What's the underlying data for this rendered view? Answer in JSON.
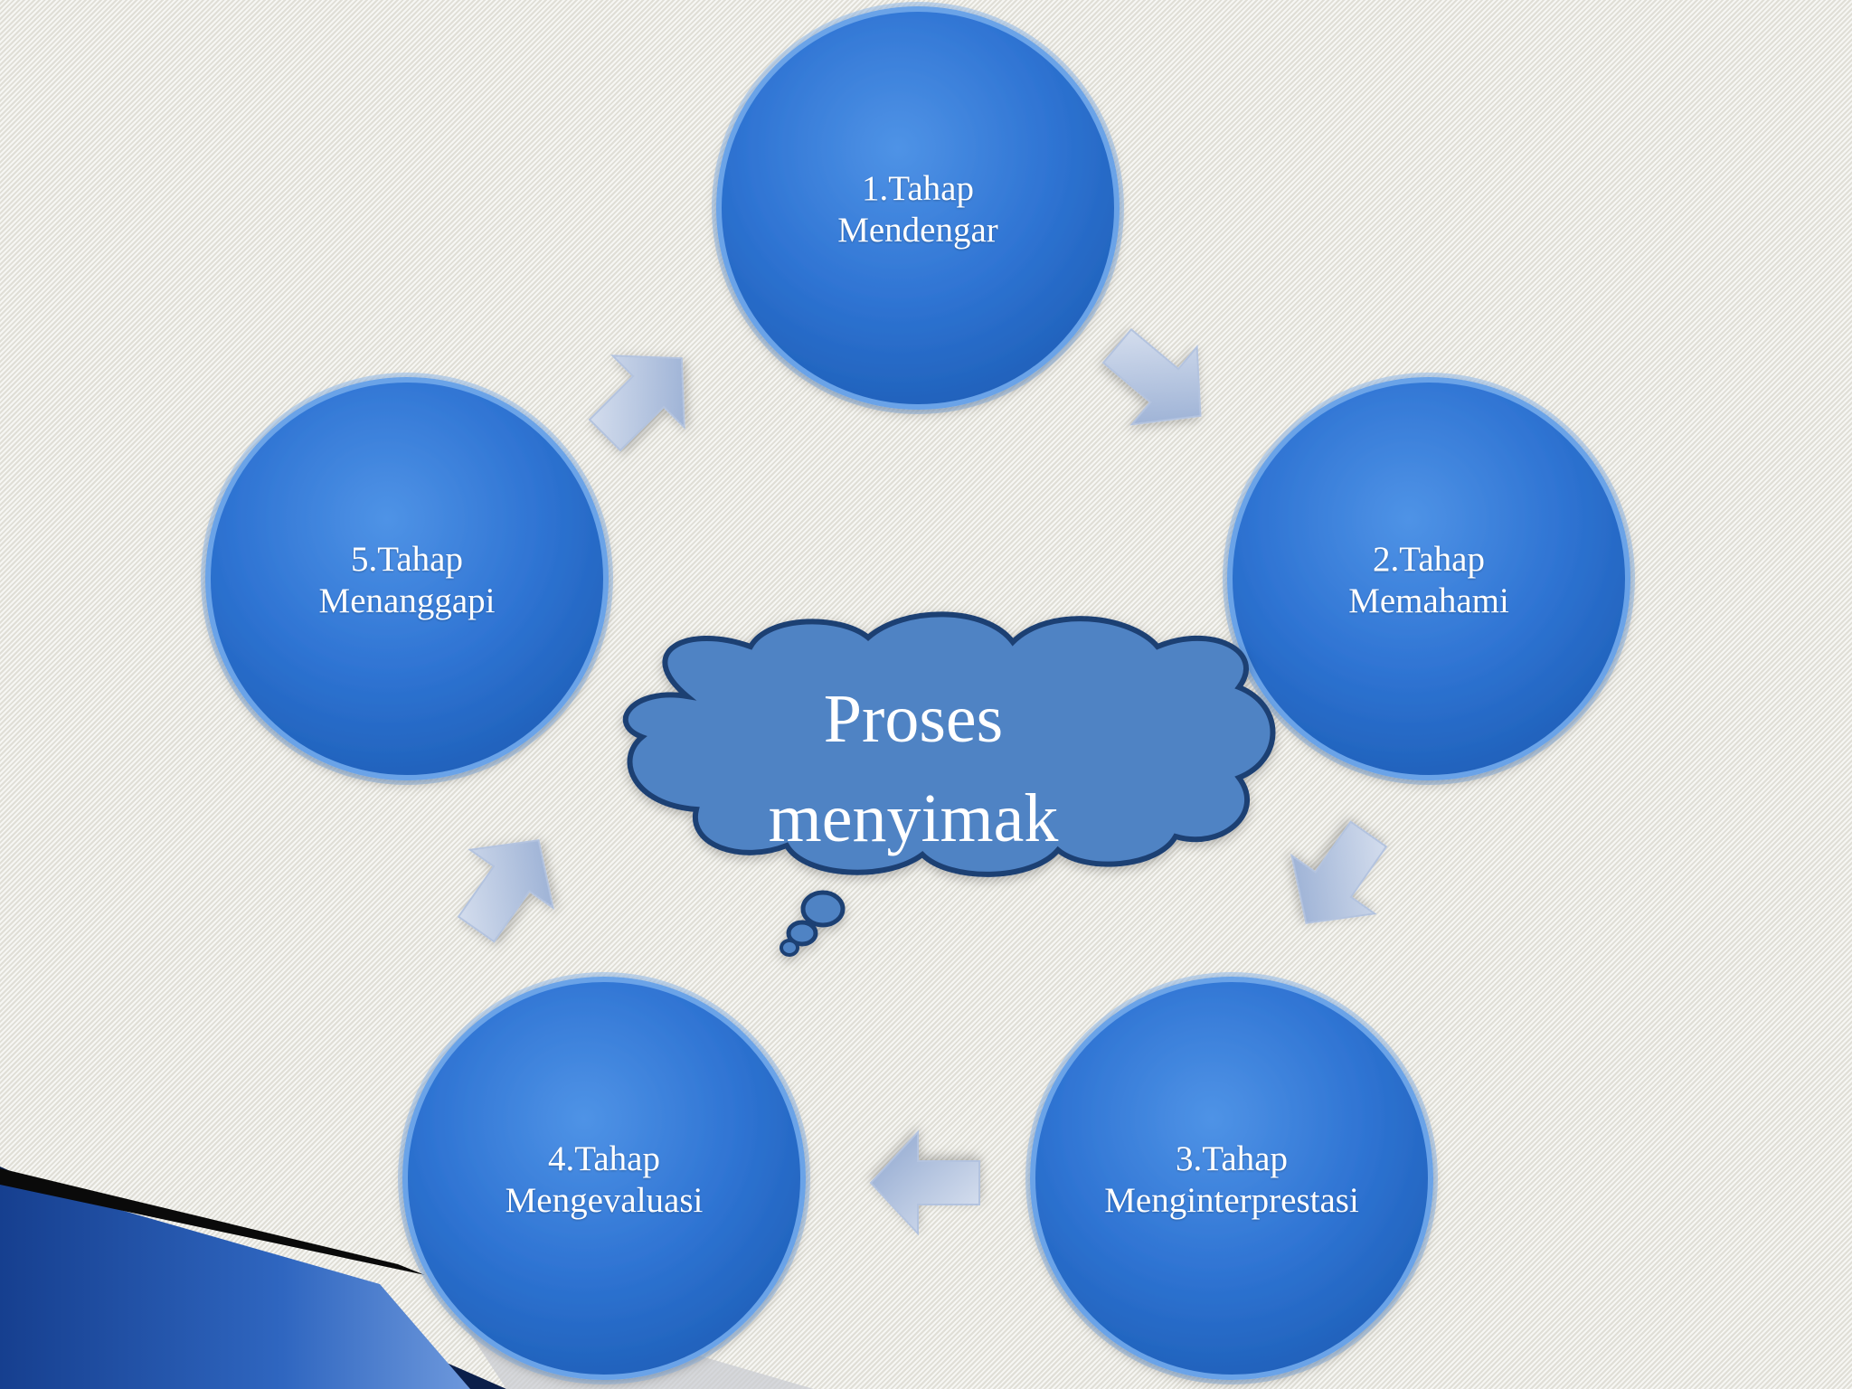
{
  "diagram": {
    "center": {
      "line1": "Proses",
      "line2": "menyimak"
    },
    "stages": [
      {
        "line1": "1.Tahap",
        "line2": "Mendengar"
      },
      {
        "line1": "2.Tahap",
        "line2": "Memahami"
      },
      {
        "line1": "3.Tahap",
        "line2": "Menginterprestasi"
      },
      {
        "line1": "4.Tahap",
        "line2": "Mengevaluasi"
      },
      {
        "line1": "5.Tahap",
        "line2": "Menanggapi"
      }
    ]
  },
  "colors": {
    "circle_light": "#4f93e6",
    "circle_dark": "#1e5fb8",
    "cloud_fill": "#5083c4",
    "cloud_stroke": "#1f3f73",
    "arrow_light": "#ccd8ec",
    "arrow_dark": "#8ea6cf",
    "corner_dark": "#0e2a66"
  }
}
